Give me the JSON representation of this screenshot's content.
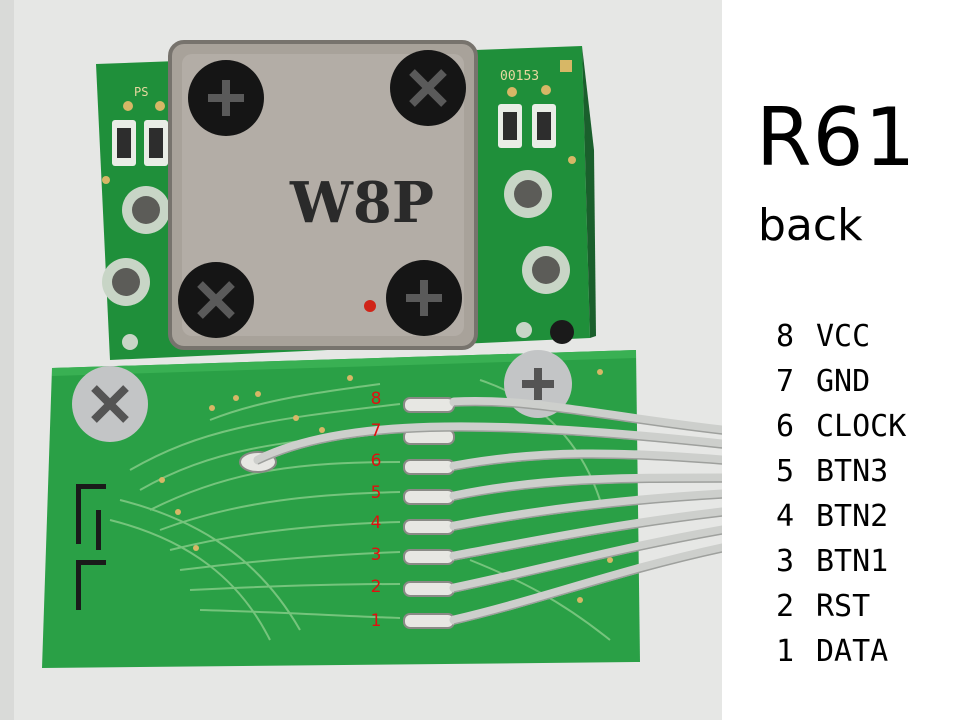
{
  "label": {
    "title": "R61",
    "subtitle": "back"
  },
  "photo": {
    "shield_marking": "W8P",
    "board_marks": [
      "PS",
      "00153"
    ],
    "pin_numbers": [
      "8",
      "7",
      "6",
      "5",
      "4",
      "3",
      "2",
      "1"
    ]
  },
  "pins": [
    {
      "number": "8",
      "name": "VCC"
    },
    {
      "number": "7",
      "name": "GND"
    },
    {
      "number": "6",
      "name": "CLOCK"
    },
    {
      "number": "5",
      "name": "BTN3"
    },
    {
      "number": "4",
      "name": "BTN2"
    },
    {
      "number": "3",
      "name": "BTN1"
    },
    {
      "number": "2",
      "name": "RST"
    },
    {
      "number": "1",
      "name": "DATA"
    }
  ],
  "colors": {
    "pcb": "#1f8f3a",
    "pin_label": "#e01010",
    "shield": "#a8a29a",
    "background": "#e8e8e6"
  }
}
